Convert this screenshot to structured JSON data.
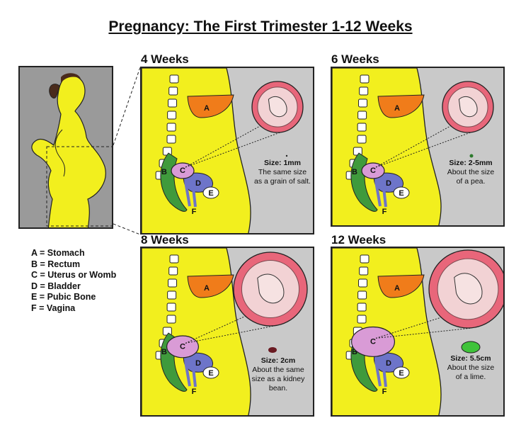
{
  "title": "Pregnancy: The First Trimester 1-12 Weeks",
  "panels": [
    {
      "label": "4 Weeks",
      "size_line": "Size: 1mm",
      "desc1": "The same size",
      "desc2": "as a grain of salt."
    },
    {
      "label": "6 Weeks",
      "size_line": "Size: 2-5mm",
      "desc1": "About the size",
      "desc2": "of a pea."
    },
    {
      "label": "8 Weeks",
      "size_line": "Size: 2cm",
      "desc1": "About the same",
      "desc2": "size as a kidney bean."
    },
    {
      "label": "12 Weeks",
      "size_line": "Size: 5.5cm",
      "desc1": "About the size",
      "desc2": "of a lime."
    }
  ],
  "organ_letters": {
    "a": "A",
    "b": "B",
    "c": "C",
    "d": "D",
    "e": "E",
    "f": "F"
  },
  "legend": [
    "A = Stomach",
    "B = Rectum",
    "C = Uterus or Womb",
    "D = Bladder",
    "E = Pubic Bone",
    "F = Vagina"
  ],
  "colors": {
    "body": "#f2ef1e",
    "stomach": "#f07c1a",
    "rectum": "#3f9a3c",
    "uterus": "#d99bd6",
    "bladder": "#6d74c9",
    "embryo_bubble": "#e8667a",
    "lime": "#3fc33a"
  }
}
